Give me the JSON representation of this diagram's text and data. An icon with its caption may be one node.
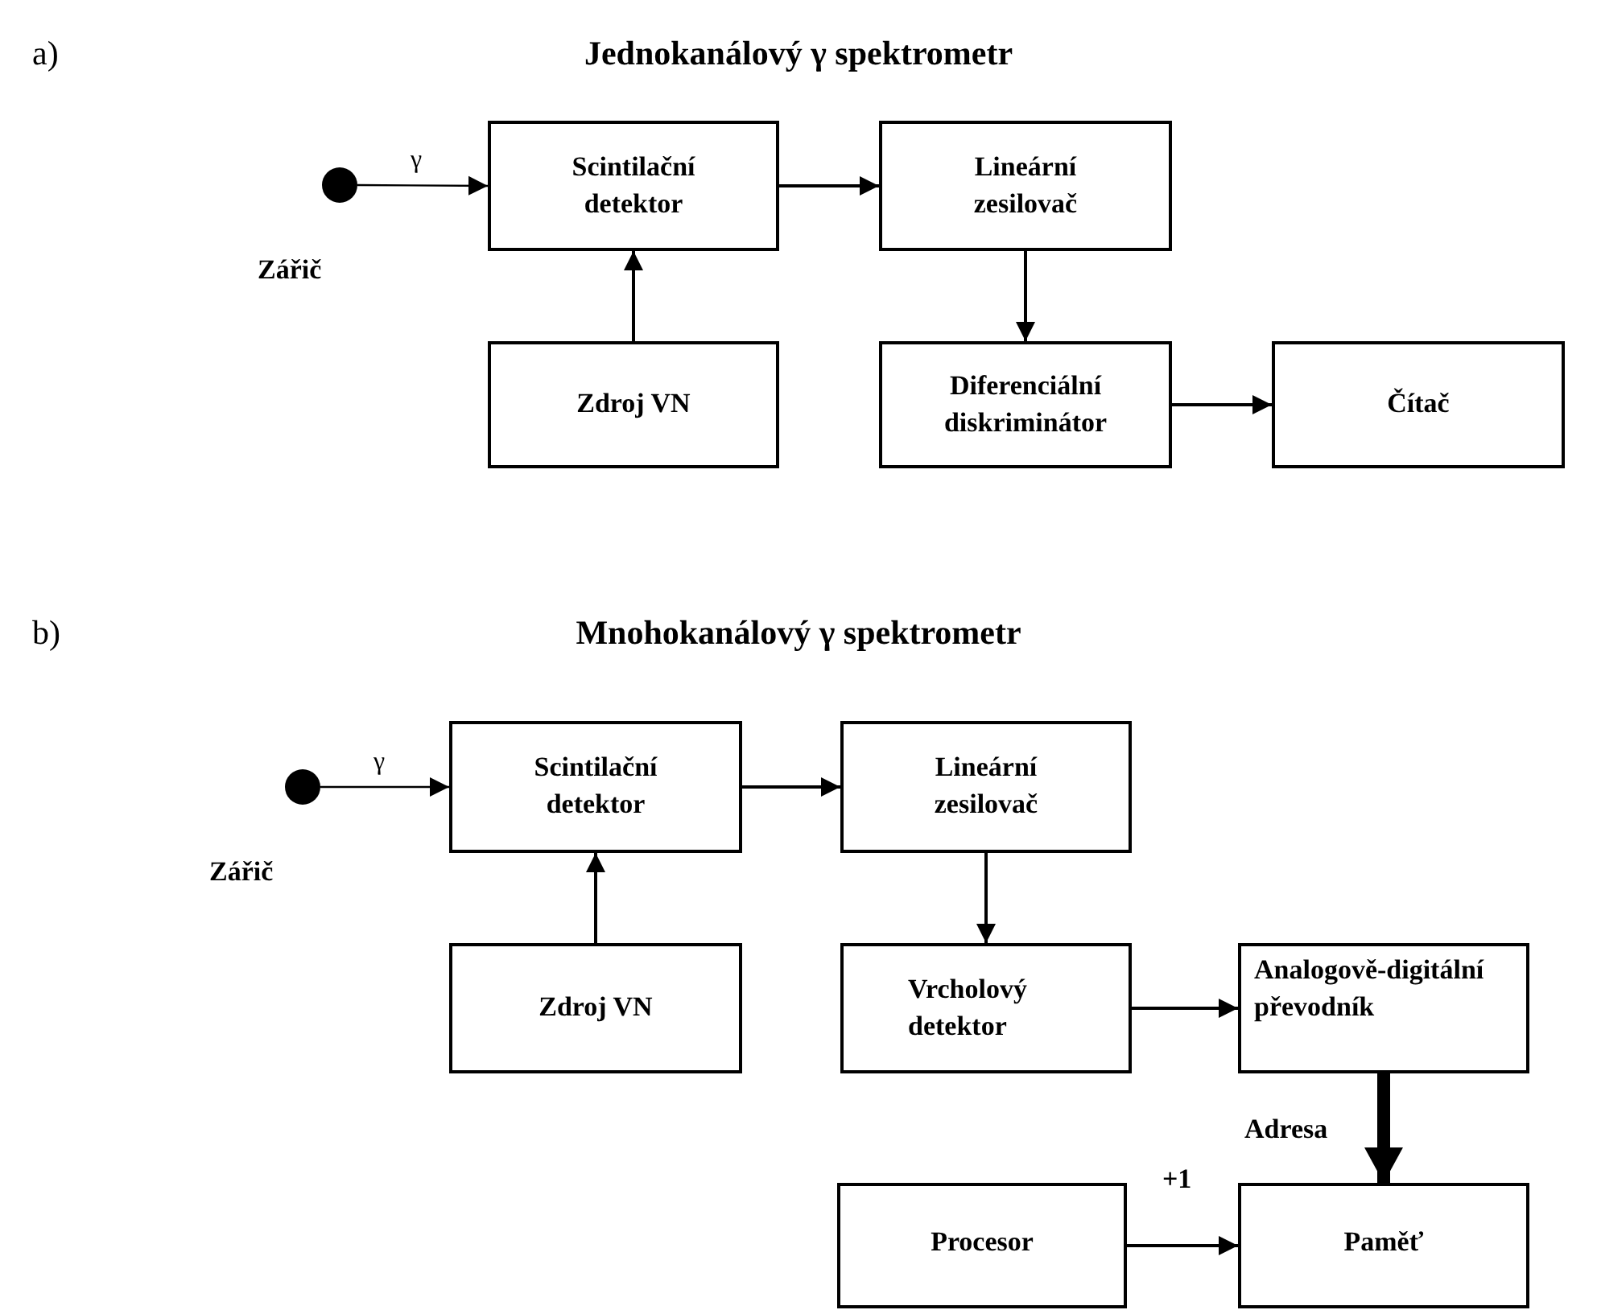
{
  "diagram": {
    "nodes": [
      {
        "text": [
          "Zářič"
        ]
      },
      {
        "text": [
          "Scintilační detektor"
        ]
      },
      {
        "text": [
          "Lineární zesilovač"
        ]
      },
      {
        "text": [
          "Zdroj VN"
        ]
      },
      {
        "text": [
          "Diferenciální diskriminátor"
        ]
      },
      {
        "text": [
          "Čítač"
        ]
      },
      {
        "text": [
          "Zářič"
        ]
      },
      {
        "text": [
          "Scintilační detektor"
        ]
      },
      {
        "text": [
          "Lineární zesilovač"
        ]
      },
      {
        "text": [
          "Zdroj VN"
        ]
      },
      {
        "text": [
          "Vrcholový detektor"
        ]
      },
      {
        "text": [
          "Analogově-digitální převodník"
        ]
      },
      {
        "text": [
          "Procesor"
        ]
      },
      {
        "text": [
          "Paměť"
        ]
      }
    ],
    "edges": [
      {
        "from": 0,
        "to": 1,
        "arrow": "to",
        "label": "γ"
      },
      {
        "from": 1,
        "to": 2,
        "arrow": "to"
      },
      {
        "from": 3,
        "to": 1,
        "arrow": "to"
      },
      {
        "from": 2,
        "to": 4,
        "arrow": "to"
      },
      {
        "from": 4,
        "to": 5,
        "arrow": "to"
      },
      {
        "from": 6,
        "to": 7,
        "arrow": "to",
        "label": "γ"
      },
      {
        "from": 7,
        "to": 8,
        "arrow": "to"
      },
      {
        "from": 9,
        "to": 7,
        "arrow": "to"
      },
      {
        "from": 8,
        "to": 10,
        "arrow": "to"
      },
      {
        "from": 10,
        "to": 11,
        "arrow": "to"
      },
      {
        "from": 11,
        "to": 13,
        "arrow": "to",
        "label": "Adresa",
        "style": "thick"
      },
      {
        "from": 12,
        "to": 13,
        "arrow": "to",
        "label": "+1"
      }
    ],
    "labels": [
      "a)",
      "Jednokanálový γ spektrometr",
      "b)",
      "Mnohokanálový γ spektrometr"
    ]
  }
}
